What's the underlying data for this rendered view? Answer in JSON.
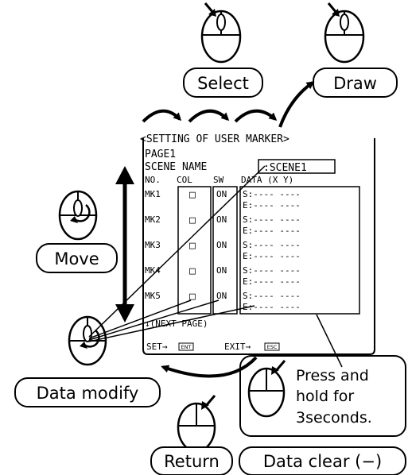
{
  "buttons": {
    "select": "Select",
    "draw": "Draw",
    "move": "Move",
    "data_modify": "Data modify",
    "return": "Return",
    "data_clear": "Data clear (−)"
  },
  "hold_note": {
    "line1": "Press and",
    "line2": "hold for",
    "line3": "3seconds."
  },
  "screen": {
    "title": "<SETTING OF USER MARKER>",
    "page": "PAGE1",
    "scene_name_label": "SCENE NAME",
    "scene_name_value": ":SCENE1",
    "col_no": "NO.",
    "col_col": "COL",
    "col_sw": "SW",
    "col_data": "DATA (X Y)",
    "rows": [
      {
        "mk": "MK1",
        "col": "□",
        "sw": "ON",
        "s": "S:---- ----",
        "e": "E:---- ----"
      },
      {
        "mk": "MK2",
        "col": "□",
        "sw": "ON",
        "s": "S:---- ----",
        "e": "E:---- ----"
      },
      {
        "mk": "MK3",
        "col": "□",
        "sw": "ON",
        "s": "S:---- ----",
        "e": "E:---- ----"
      },
      {
        "mk": "MK4",
        "col": "□",
        "sw": "ON",
        "s": "S:---- ----",
        "e": "E:---- ----"
      },
      {
        "mk": "MK5",
        "col": "□",
        "sw": "ON",
        "s": "S:---- ----",
        "e": "E:---- ----"
      }
    ],
    "next_page": "↓(NEXT PAGE)",
    "set_label": "SET→",
    "set_key": "ENT",
    "exit_label": "EXIT→",
    "exit_key": "ESC"
  }
}
